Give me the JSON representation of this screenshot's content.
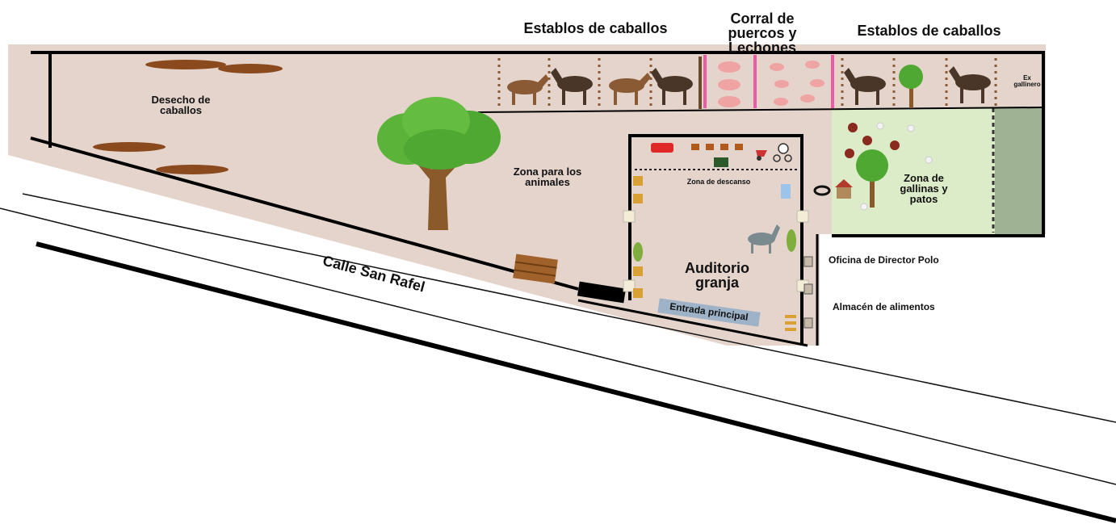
{
  "headings": {
    "stables_left": "Establos de caballos",
    "pig_pen": "Corral de puercos y Lechones",
    "stables_right": "Establos de caballos",
    "ex_henhouse": "Ex gallinero"
  },
  "zones": {
    "horse_waste": "Desecho de caballos",
    "animal_zone": "Zona para los animales",
    "rest_zone": "Zona de descanso",
    "auditorium": "Auditorio granja",
    "main_entrance": "Entrada principal",
    "poultry_zone": "Zona de gallinas y patos",
    "director_office": "Oficina de Director Polo",
    "food_storage": "Almacén de alimentos"
  },
  "street": {
    "name": "Calle San Rafel"
  },
  "colors": {
    "ground": "#e4d4cc",
    "wall": "#111111",
    "poultry_grass": "#dcebc8",
    "poultry_dark": "#9fb394",
    "stall_divider": "#ee5aa6",
    "manure": "#8a4a1e",
    "tree_leaf": "#4fa832",
    "tree_trunk": "#8a5a2a",
    "horse_brown": "#8a5a34",
    "horse_dark": "#4a3628",
    "pig_pink": "#f0a3a3",
    "entrance_sign": "#9fb3c8",
    "donkey": "#7a8a8e"
  }
}
